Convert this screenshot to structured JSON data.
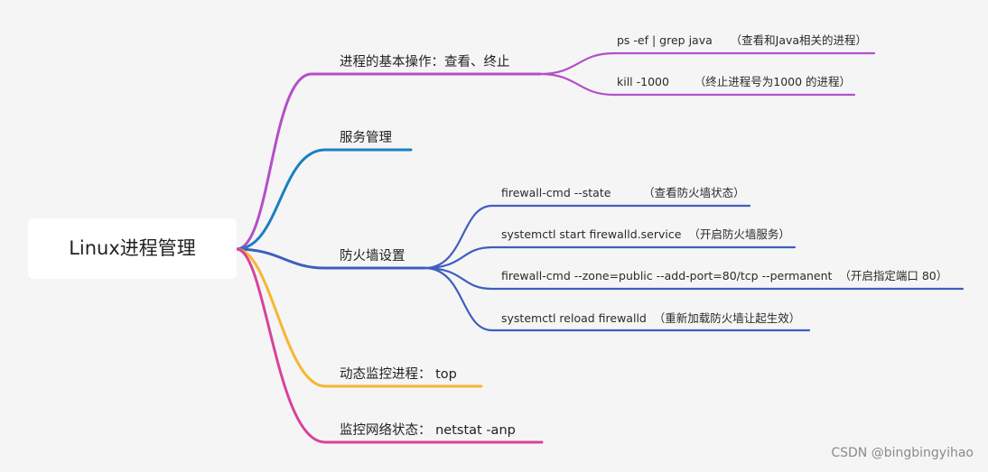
{
  "root": {
    "label": "Linux进程管理"
  },
  "branches": [
    {
      "label": "进程的基本操作：查看、终止",
      "color": "#b34fc9",
      "children": [
        {
          "label": "ps -ef | grep java     （查看和Java相关的进程）"
        },
        {
          "label": "kill -1000       （终止进程号为1000 的进程）"
        }
      ]
    },
    {
      "label": "服务管理",
      "color": "#1a7fc1",
      "children": []
    },
    {
      "label": "防火墙设置",
      "color": "#3f5fbf",
      "children": [
        {
          "label": "firewall-cmd --state         （查看防火墙状态）"
        },
        {
          "label": "systemctl start firewalld.service  （开启防火墙服务）"
        },
        {
          "label": "firewall-cmd --zone=public --add-port=80/tcp --permanent  （开启指定端口 80）"
        },
        {
          "label": "systemctl reload firewalld  （重新加载防火墙让起生效）"
        }
      ]
    },
    {
      "label": "动态监控进程：  top",
      "color": "#f5b731",
      "children": []
    },
    {
      "label": "监控网络状态：  netstat -anp",
      "color": "#d6449a",
      "children": []
    }
  ],
  "watermark": "CSDN @bingbingyihao"
}
